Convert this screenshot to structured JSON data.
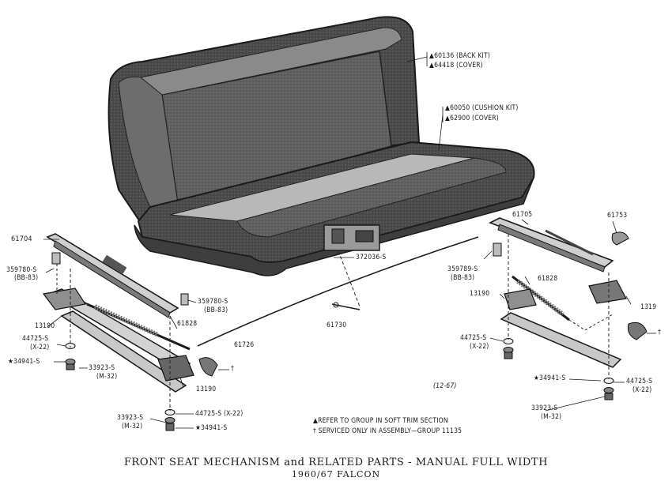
{
  "labels": {
    "back_kit": "▲60136 (BACK KIT)",
    "back_cover": "▲64418 (COVER)",
    "cushion_kit": "▲60050 (CUSHION KIT)",
    "cushion_cover": "▲62900 (COVER)",
    "l_61704": "61704",
    "l_359780_left": "359780-S",
    "l_bb83_left": "(BB-83)",
    "l_359780_mid": "359780-S",
    "l_bb83_mid": "(BB-83)",
    "l_372036": "372036-S",
    "l_13190_left": "13190",
    "l_61828_left": "61828",
    "l_44725_left": "44725-S",
    "l_x22_left": "(X-22)",
    "l_34941_left": "★34941-S",
    "l_33923_left": "33923-S",
    "l_m32_left": "(M-32)",
    "l_dagger_left": "†",
    "l_13190_bottom": "13190",
    "l_61726": "61726",
    "l_61730": "61730",
    "l_33923_bot": "33923-S",
    "l_m32_bot": "(M-32)",
    "l_44725_bot": "44725-S (X-22)",
    "l_34941_bot": "★34941-S",
    "l_61705": "61705",
    "l_61753": "61753",
    "l_359789": "359789-S",
    "l_bb83_right": "(BB-83)",
    "l_61828_right": "61828",
    "l_13190_right": "13190",
    "l_1319_right": "1319",
    "l_dagger_right": "†",
    "l_44725_right1": "44725-S",
    "l_x22_right1": "(X-22)",
    "l_34941_right": "★34941-S",
    "l_44725_right2": "44725-S",
    "l_x22_right2": "(X-22)",
    "l_33923_right": "33923-S",
    "l_m32_right": "(M-32)",
    "date_code": "(12-67)",
    "note_1": "▲REFER TO GROUP IN SOFT TRIM SECTION",
    "note_2": "† SERVICED ONLY IN ASSEMBLY—GROUP 11135"
  },
  "caption": {
    "line1": "FRONT SEAT MECHANISM and RELATED PARTS - MANUAL FULL WIDTH",
    "line2": "1960/67 FALCON"
  }
}
